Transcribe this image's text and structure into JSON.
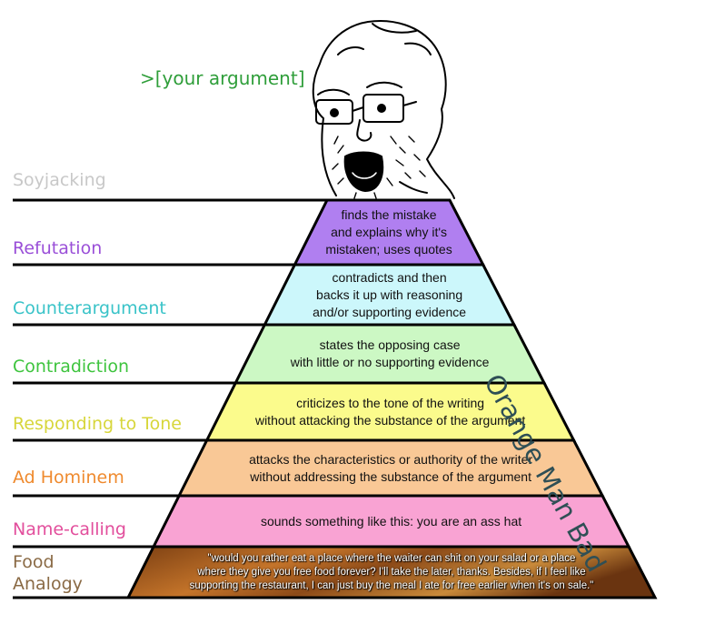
{
  "quote": ">[your argument]",
  "side_label": "Orange Man Bad",
  "levels": [
    {
      "name": "Soyjacking",
      "color": "#c8c8c8",
      "fill": "",
      "desc": []
    },
    {
      "name": "Refutation",
      "color": "#9a4fd8",
      "fill": "#b07ff0",
      "desc": [
        "finds the mistake",
        "and explains why it's",
        "mistaken; uses quotes"
      ]
    },
    {
      "name": "Counterargument",
      "color": "#39c3c8",
      "fill": "#ccf7fb",
      "desc": [
        "contradicts and then",
        "backs it up with reasoning",
        "and/or supporting evidence"
      ]
    },
    {
      "name": "Contradiction",
      "color": "#3ec43e",
      "fill": "#ccf8c4",
      "desc": [
        "states the opposing case",
        "with little or no supporting evidence"
      ]
    },
    {
      "name": "Responding to Tone",
      "color": "#d7d63a",
      "fill": "#fbfb8c",
      "desc": [
        "criticizes to the tone of the writing",
        "without attacking the substance of the argument"
      ]
    },
    {
      "name": "Ad Hominem",
      "color": "#ef8a2e",
      "fill": "#f9c896",
      "desc": [
        "attacks the characteristics or authority of the writer",
        "without addressing the substance of the argument"
      ]
    },
    {
      "name": "Name-calling",
      "color": "#e24e9c",
      "fill": "#f9a3d3",
      "desc": [
        "sounds something like this: you are an ass hat"
      ]
    },
    {
      "name": "Food\nAnalogy",
      "color": "#8a6a45",
      "fill": "#b06a2a",
      "desc": [
        "\"would you rather eat a place where the waiter can shit on your salad or a place",
        "where they give you free food forever? I'll take the later, thanks. Besides, if I feel like",
        "supporting the restaurant, I can just buy the meal I ate for free earlier when it's on sale.\""
      ]
    }
  ]
}
